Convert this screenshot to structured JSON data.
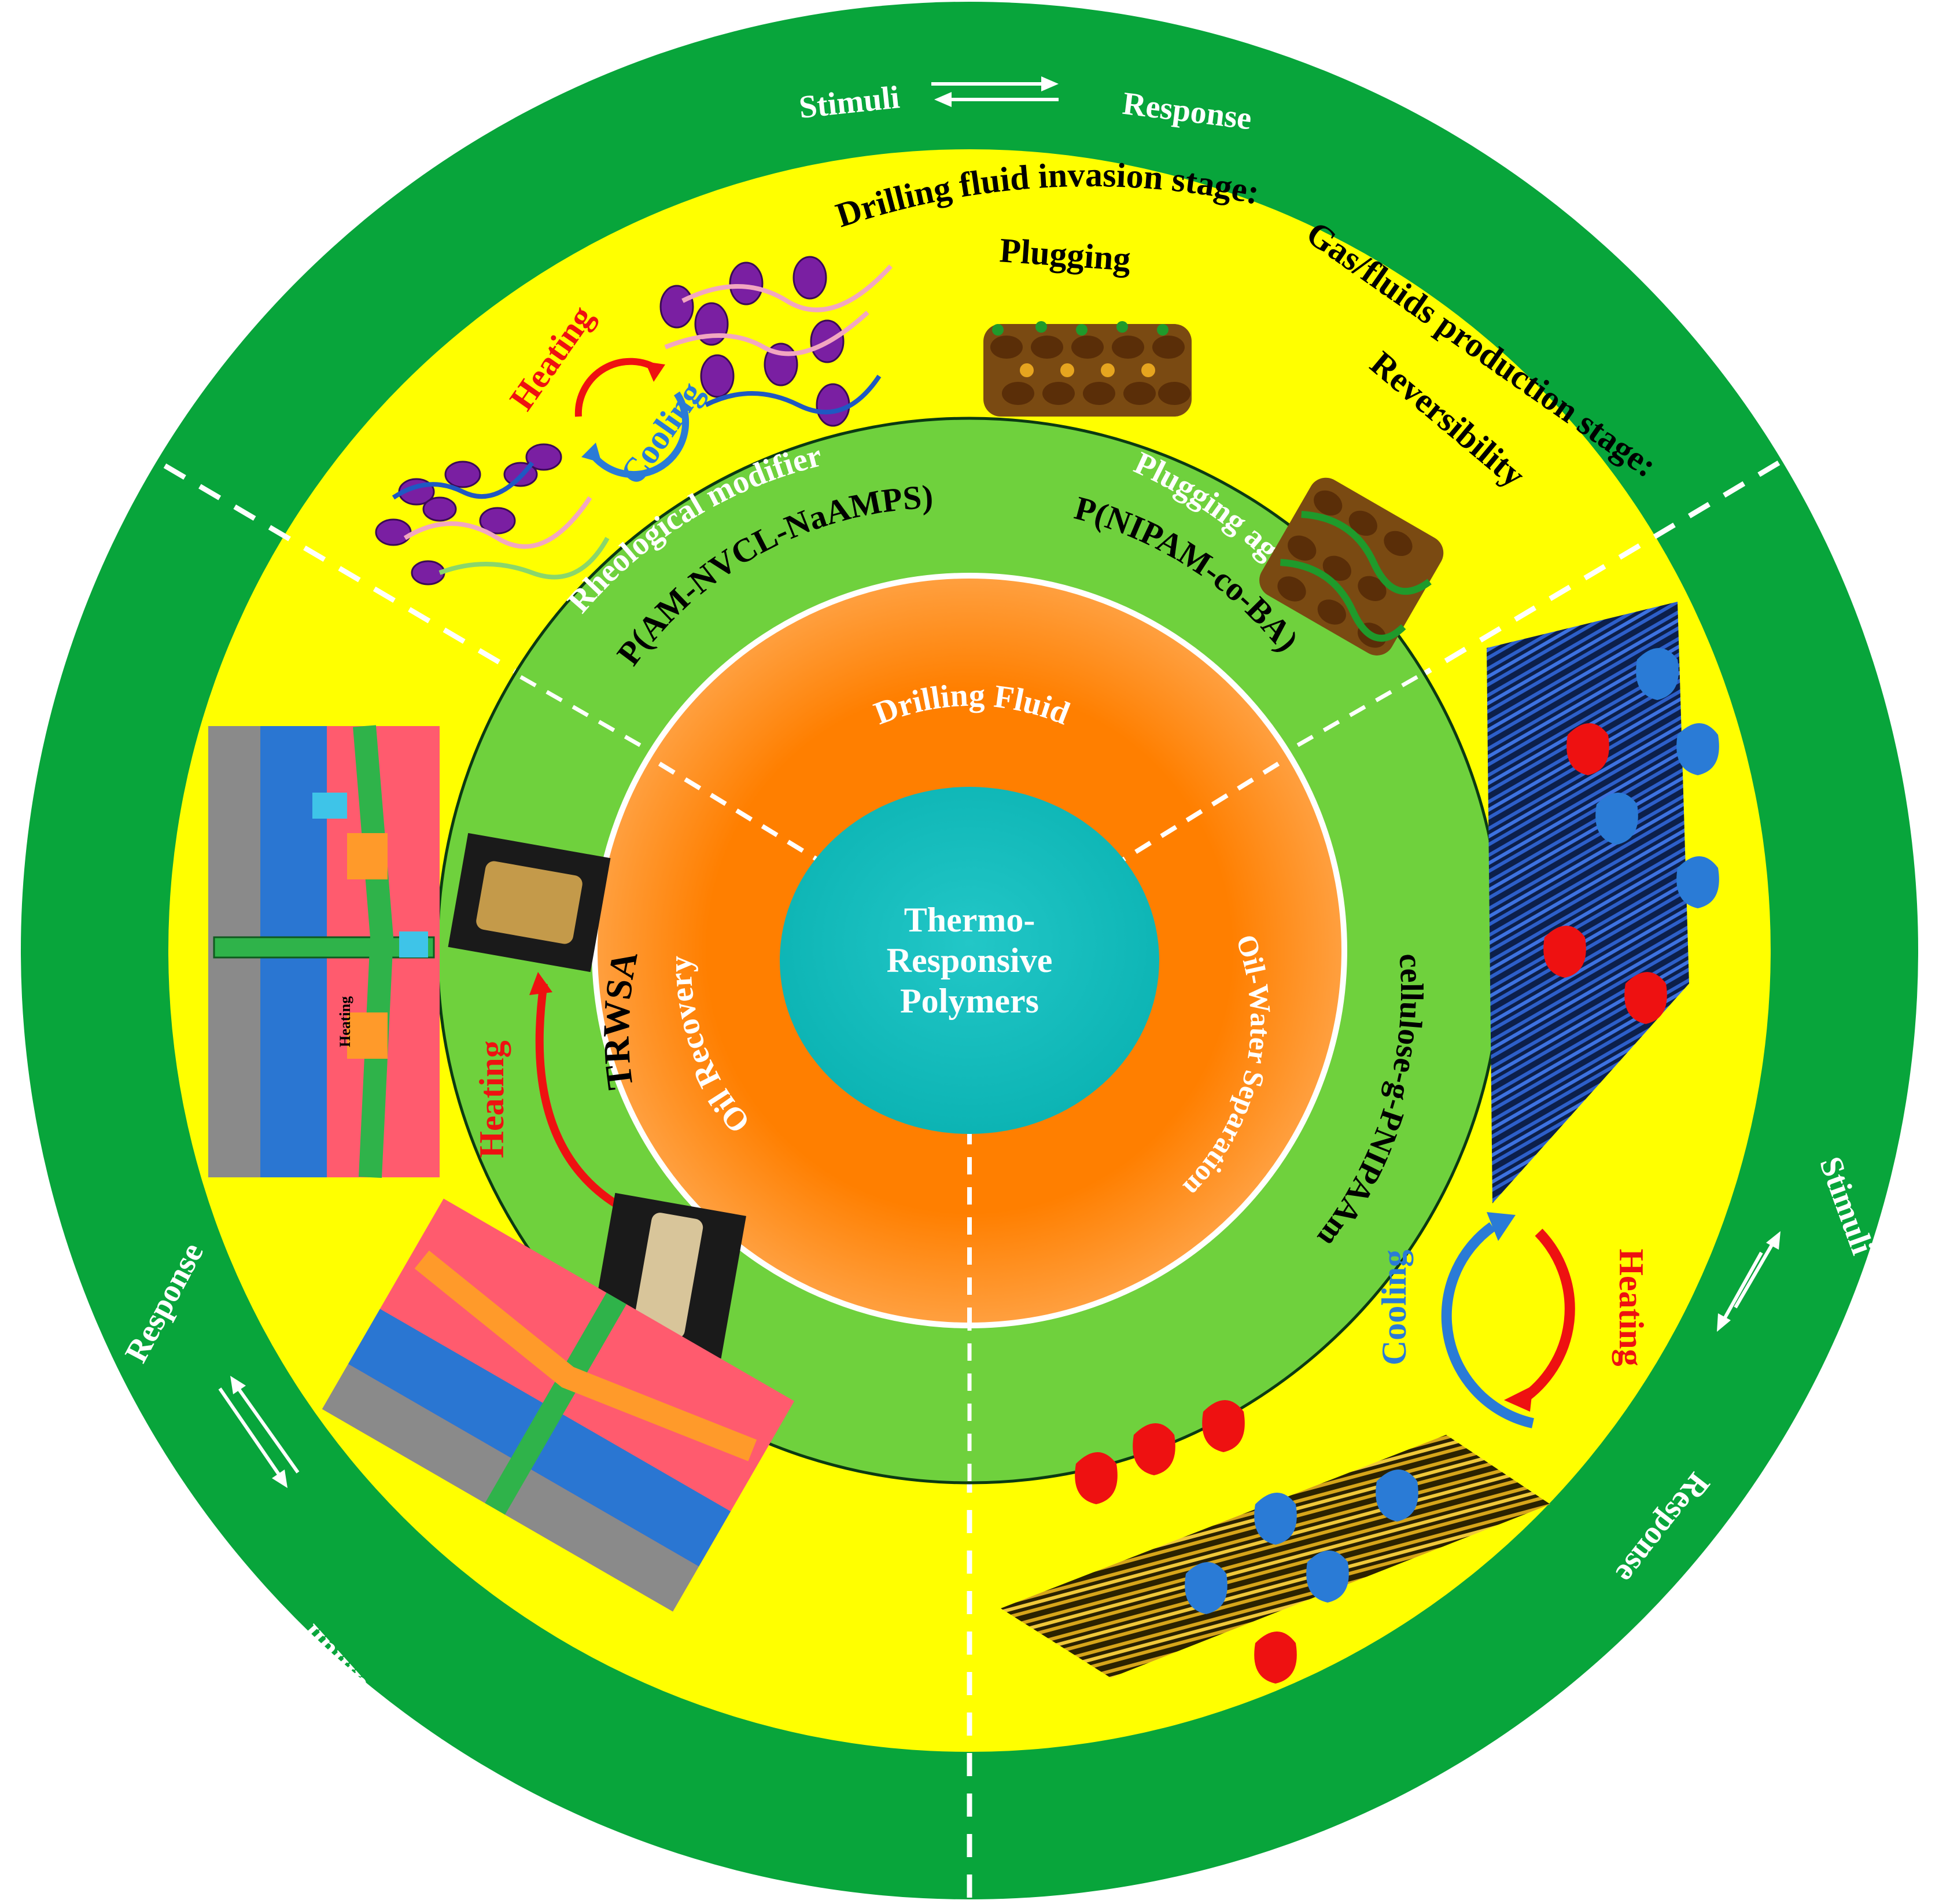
{
  "center": {
    "line1": "Thermo-",
    "line2": "Responsive",
    "line3": "Polymers"
  },
  "applications": {
    "drilling": "Drilling Fluid",
    "oil_recovery": "Oil Recovery",
    "oil_water": "Oil-Water Separation"
  },
  "polymers": {
    "rheological_modifier": "Rheological modifier",
    "p_am_nvcl": "P(AM-NVCL-NaAMPS)",
    "plugging_agent": "Plugging agent",
    "p_nipam_ba": "P(NIPAM-co-BA)",
    "trwsa": "TRWSA",
    "cellulose": "cellulose-g-PNIPAAm"
  },
  "outer_ring": {
    "top_stimuli": "Stimuli",
    "top_response": "Response",
    "left_response": "Response",
    "left_stimuli": "Stimuli",
    "right_stimuli": "Stimuli",
    "right_response": "Response"
  },
  "yellow_zone": {
    "invasion_stage": "Drilling fluid invasion stage:",
    "plugging": "Plugging",
    "production_stage": "Gas/fluids production stage:",
    "reversibility": "Reversibility",
    "heating_top": "Heating",
    "cooling_top": "Cooling",
    "heating_left": "Heating",
    "heating_mid": "Heating",
    "heating_right": "Heating",
    "cooling_right": "Cooling"
  },
  "colors": {
    "outer_green": "#08a53b",
    "yellow": "#ffff00",
    "light_green": "#6fd13d",
    "orange": "#ff7f00",
    "teal": "#0fbfbf",
    "red": "#ee1111",
    "blue": "#2a7bd6"
  }
}
